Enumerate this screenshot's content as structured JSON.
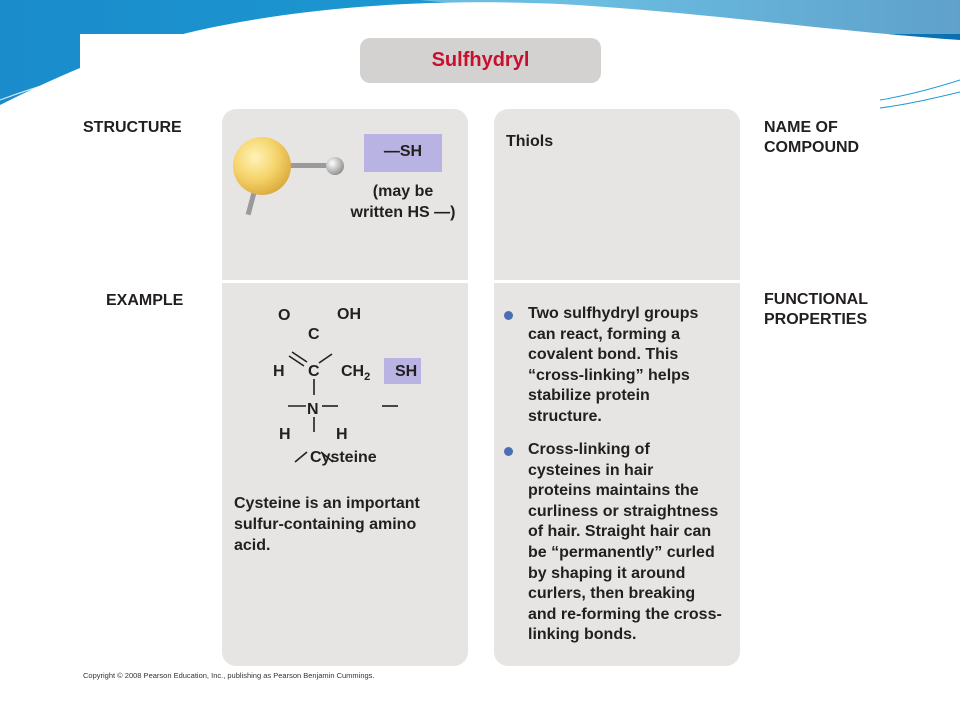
{
  "title": "Sulfhydryl",
  "headers": {
    "structure": "STRUCTURE",
    "example": "EXAMPLE",
    "name_of_compound": [
      "NAME OF",
      "COMPOUND"
    ],
    "functional_properties": [
      "FUNCTIONAL",
      "PROPERTIES"
    ]
  },
  "structure": {
    "group": "—SH",
    "note_lines": [
      "(may be",
      "written HS —)"
    ]
  },
  "compound_name": "Thiols",
  "example": {
    "atoms": {
      "o": "O",
      "oh": "OH",
      "c_top": "C",
      "h_left": "H",
      "c_mid": "C",
      "ch2": "CH",
      "ch2_sub": "2",
      "sh": "SH",
      "n": "N",
      "h_bl": "H",
      "h_br": "H"
    },
    "molecule_name": "Cysteine",
    "caption_lines": [
      "Cysteine is an important",
      "sulfur-containing amino",
      "acid."
    ]
  },
  "functional_properties": [
    {
      "lines": [
        "Two sulfhydryl groups",
        "can react, forming a",
        "covalent bond. This",
        "“cross-linking” helps",
        "stabilize protein",
        "structure."
      ]
    },
    {
      "lines": [
        "Cross-linking of",
        "cysteines in hair",
        "proteins maintains the",
        "curliness or straightness",
        "of hair. Straight hair can",
        "be “permanently” curled",
        "by shaping it around",
        "curlers, then breaking",
        "and re-forming the cross-",
        "linking bonds."
      ]
    }
  ],
  "copyright": "Copyright © 2008 Pearson Education, Inc., publishing as Pearson Benjamin Cummings.",
  "colors": {
    "title_text": "#c8102e",
    "panel": "#e6e5e3",
    "sh_highlight": "#b8b3e2",
    "bullet": "#4a6fb5",
    "theme_blue": "#1f8fc6"
  }
}
